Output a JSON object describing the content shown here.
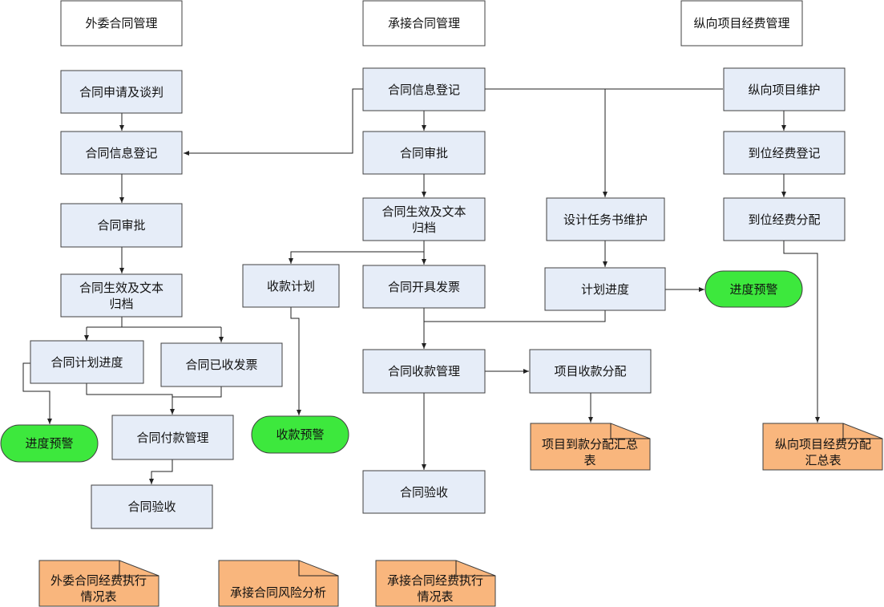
{
  "headers": {
    "outsource": "外委合同管理",
    "undertake": "承接合同管理",
    "vertical": "纵向项目经费管理"
  },
  "outsource": {
    "apply": "合同申请及谈判",
    "register": "合同信息登记",
    "approve": "合同审批",
    "effective": [
      "合同生效及文本",
      "归档"
    ],
    "plan_progress": "合同计划进度",
    "invoice_received": "合同已收发票",
    "progress_warning": "进度预警",
    "payment": "合同付款管理",
    "acceptance": "合同验收"
  },
  "undertake": {
    "register": "合同信息登记",
    "approve": "合同审批",
    "effective": [
      "合同生效及文本",
      "归档"
    ],
    "collection_plan": "收款计划",
    "issue_invoice": "合同开具发票",
    "collection_warning": "收款预警",
    "collection_mgmt": "合同收款管理",
    "acceptance": "合同验收",
    "design_task": "设计任务书维护",
    "plan_progress": "计划进度",
    "progress_warning": "进度预警",
    "project_allocation": "项目收款分配",
    "allocation_report": [
      "项目到款分配汇总",
      "表"
    ]
  },
  "vertical": {
    "maintain": "纵向项目维护",
    "arrival_register": "到位经费登记",
    "arrival_allocation": "到位经费分配",
    "allocation_report": [
      "纵向项目经费分配",
      "汇总表"
    ]
  },
  "reports": {
    "outsource_exec": [
      "外委合同经费执行",
      "情况表"
    ],
    "risk": "承接合同风险分析",
    "undertake_exec": [
      "承接合同经费执行",
      "情况表"
    ]
  },
  "colors": {
    "process_fill": "#e6edf8",
    "warning_fill": "#3de83d",
    "report_fill": "#f9b67d",
    "border": "#404040"
  }
}
